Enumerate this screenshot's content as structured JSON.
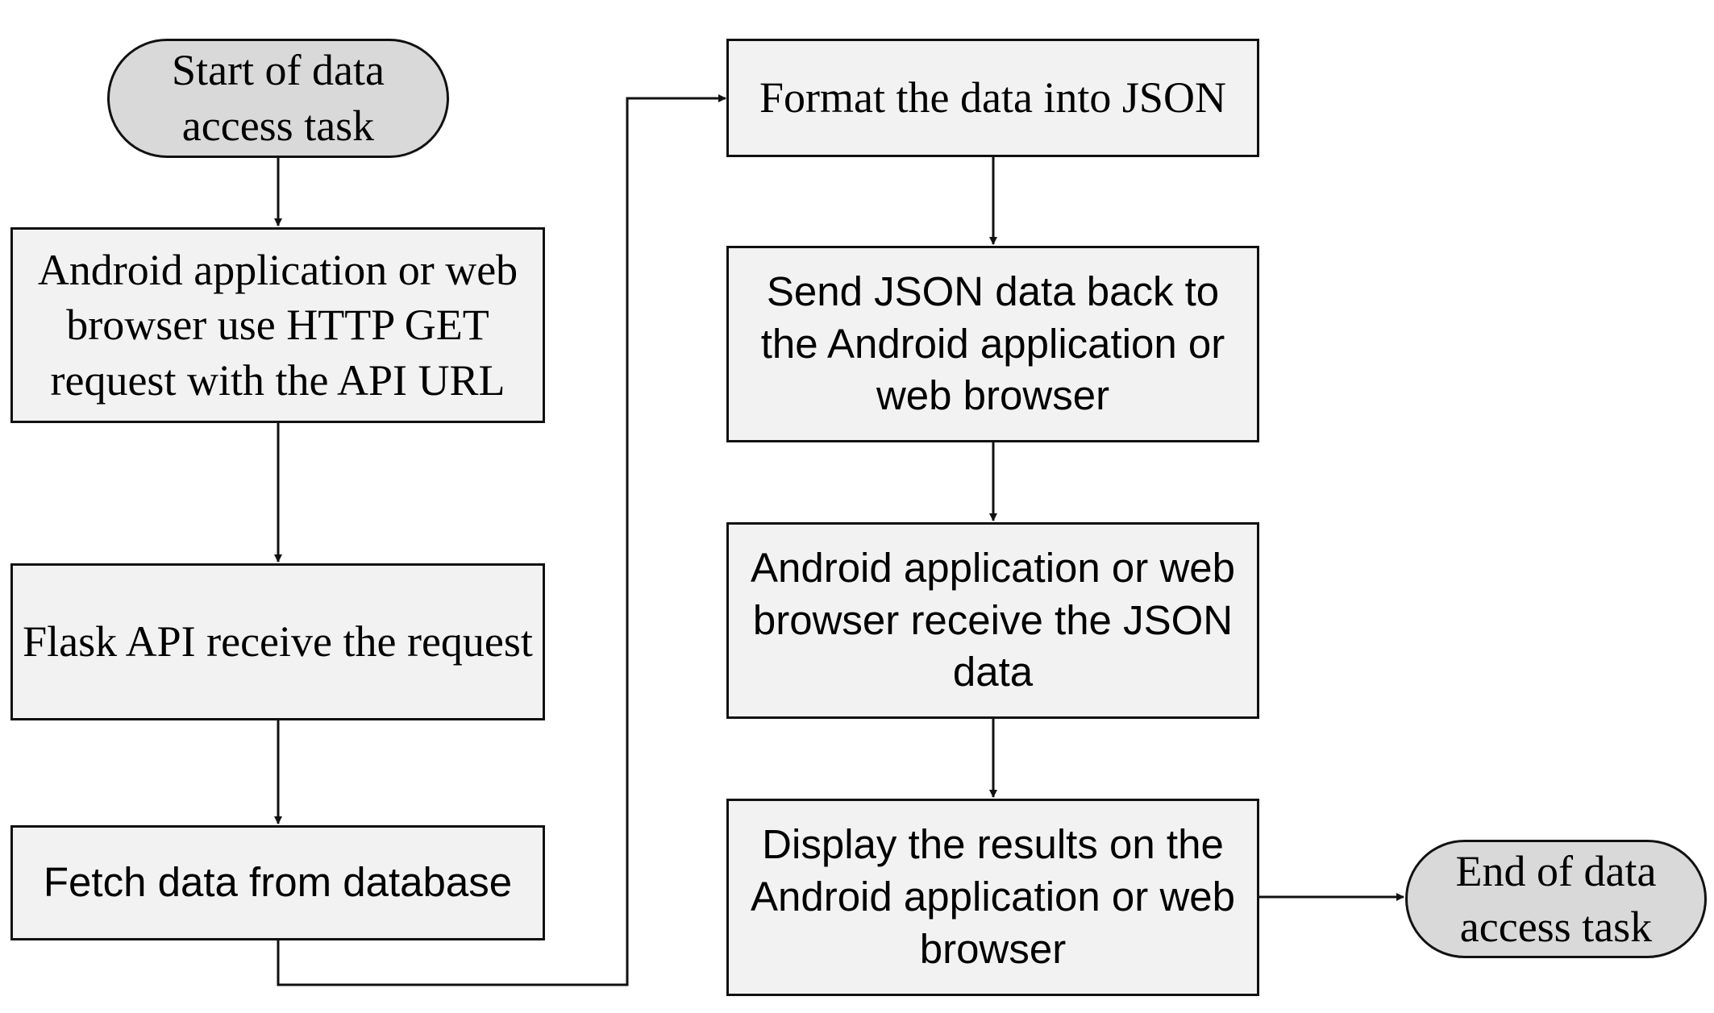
{
  "colors": {
    "process_fill": "#f2f2f2",
    "terminal_fill": "#d9d9d9",
    "stroke": "#111111"
  },
  "nodes": {
    "start": "Start of data access task",
    "http_request": "Android application or web browser use HTTP GET request with the API URL",
    "flask_receive": "Flask API receive the request",
    "fetch_data": "Fetch data from database",
    "format_json": "Format the data into JSON",
    "send_json": "Send JSON data back to the Android application or web browser",
    "receive_json": "Android application or web browser receive the JSON data",
    "display_results": "Display the results on the Android application or web browser",
    "end": "End of data access task"
  }
}
